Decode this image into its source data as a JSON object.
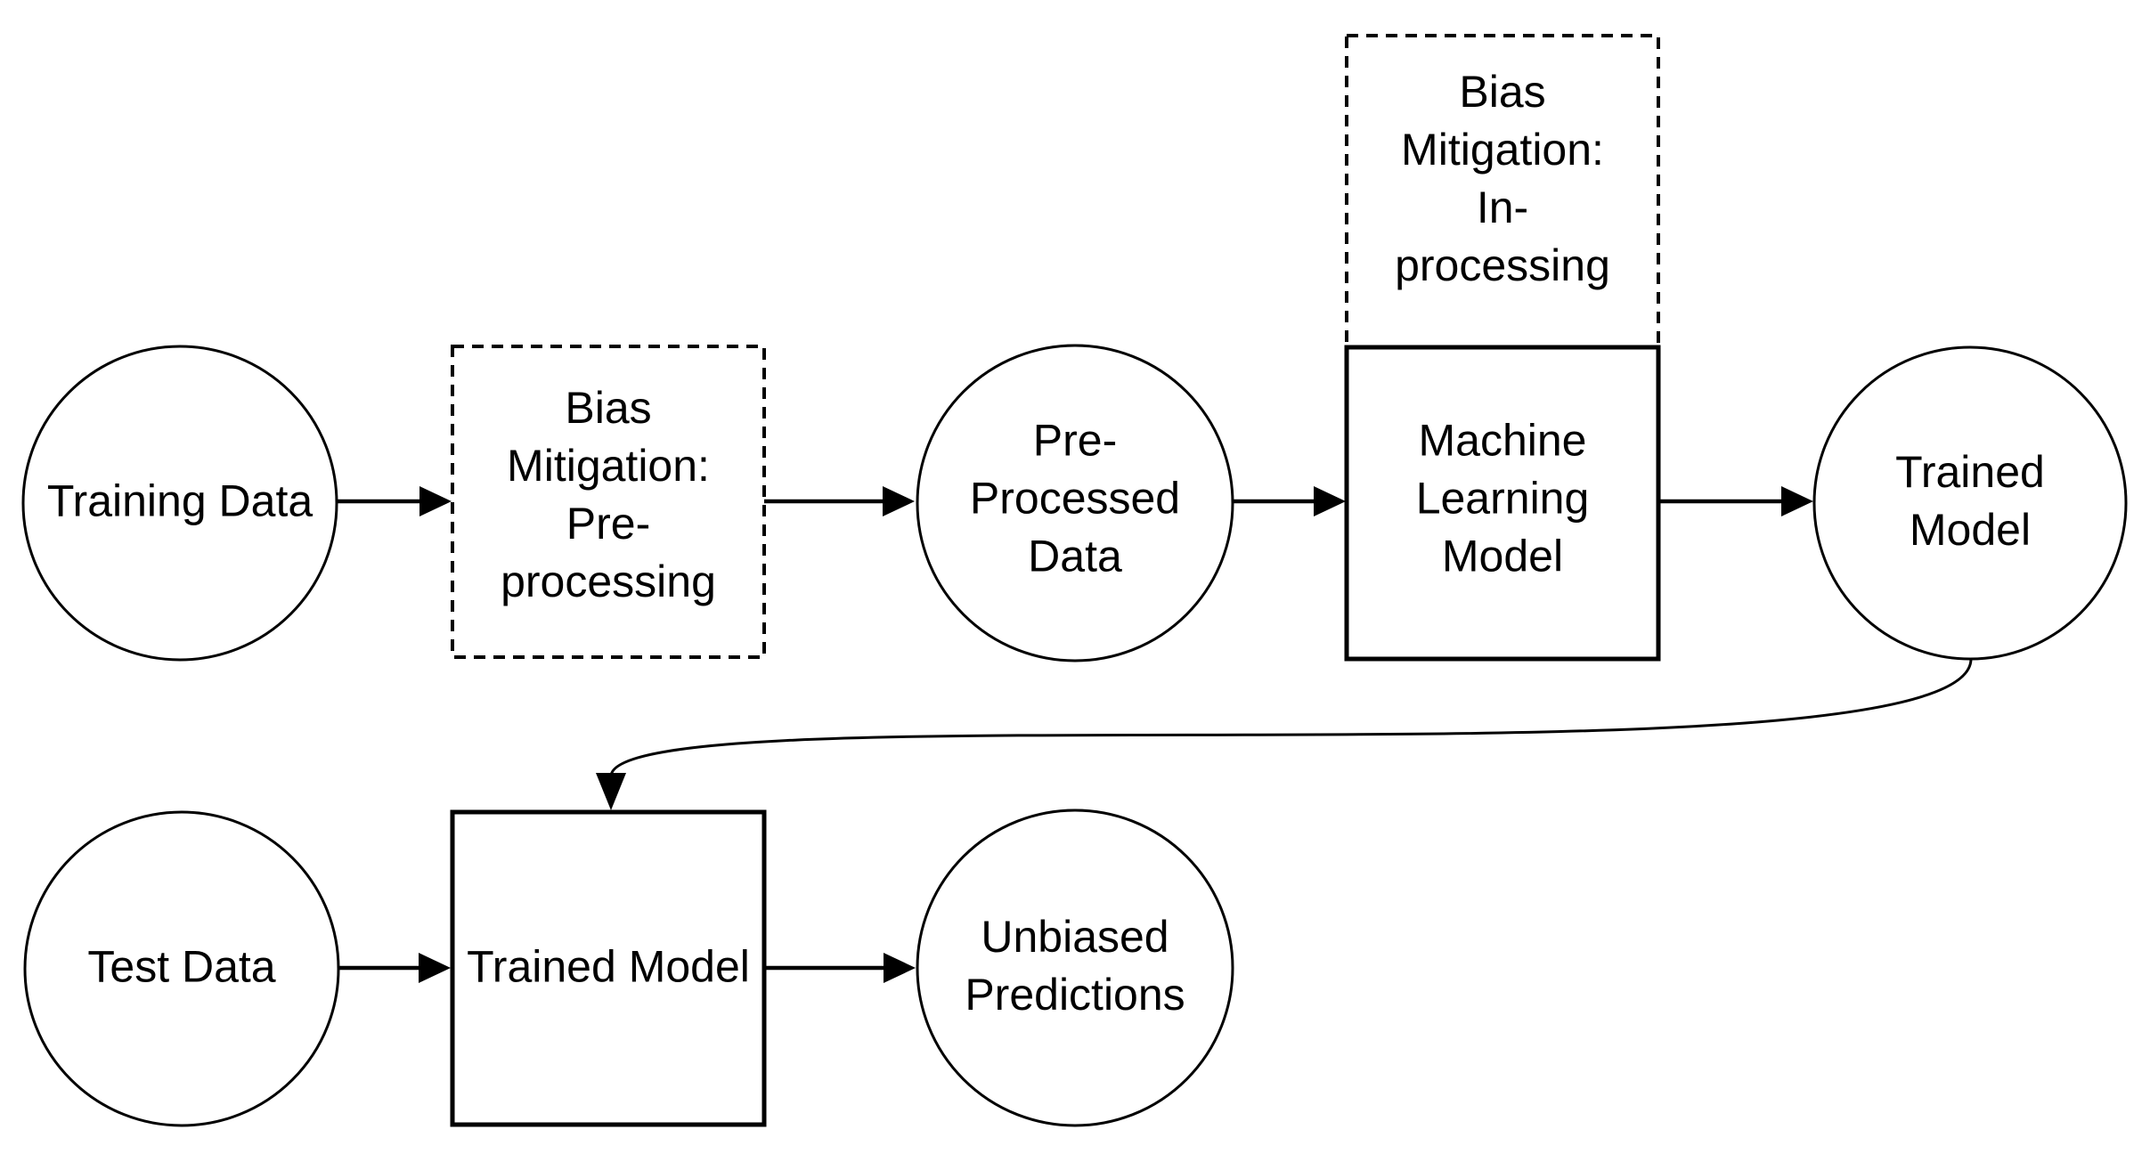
{
  "diagram": {
    "description": "Machine learning bias mitigation pipeline flowchart",
    "background_color": "#ffffff",
    "stroke_color": "#000000",
    "text_color": "#000000",
    "nodes": {
      "training_data": {
        "shape": "ellipse",
        "border": "solid",
        "label": "Training Data"
      },
      "bias_mitigation_pre": {
        "shape": "rectangle",
        "border": "dashed",
        "label": "Bias\nMitigation:\nPre-\nprocessing"
      },
      "pre_processed_data": {
        "shape": "ellipse",
        "border": "solid",
        "label": "Pre-\nProcessed\nData"
      },
      "bias_mitigation_in": {
        "shape": "rectangle",
        "border": "dashed",
        "label": "Bias\nMitigation:\nIn-\nprocessing"
      },
      "machine_learning_model": {
        "shape": "rectangle",
        "border": "solid",
        "label": "Machine\nLearning\nModel"
      },
      "trained_model_circle": {
        "shape": "ellipse",
        "border": "solid",
        "label": "Trained Model"
      },
      "test_data": {
        "shape": "ellipse",
        "border": "solid",
        "label": "Test Data"
      },
      "trained_model_box": {
        "shape": "rectangle",
        "border": "solid",
        "label": "Trained Model"
      },
      "unbiased_predictions": {
        "shape": "ellipse",
        "border": "solid",
        "label": "Unbiased\nPredictions"
      }
    },
    "edges": [
      {
        "from": "training_data",
        "to": "bias_mitigation_pre",
        "style": "straight-arrow"
      },
      {
        "from": "bias_mitigation_pre",
        "to": "pre_processed_data",
        "style": "straight-arrow"
      },
      {
        "from": "pre_processed_data",
        "to": "machine_learning_model",
        "style": "straight-arrow"
      },
      {
        "from": "machine_learning_model",
        "to": "trained_model_circle",
        "style": "straight-arrow"
      },
      {
        "from": "trained_model_circle",
        "to": "trained_model_box",
        "style": "curved-arrow"
      },
      {
        "from": "test_data",
        "to": "trained_model_box",
        "style": "straight-arrow"
      },
      {
        "from": "trained_model_box",
        "to": "unbiased_predictions",
        "style": "straight-arrow"
      }
    ]
  }
}
